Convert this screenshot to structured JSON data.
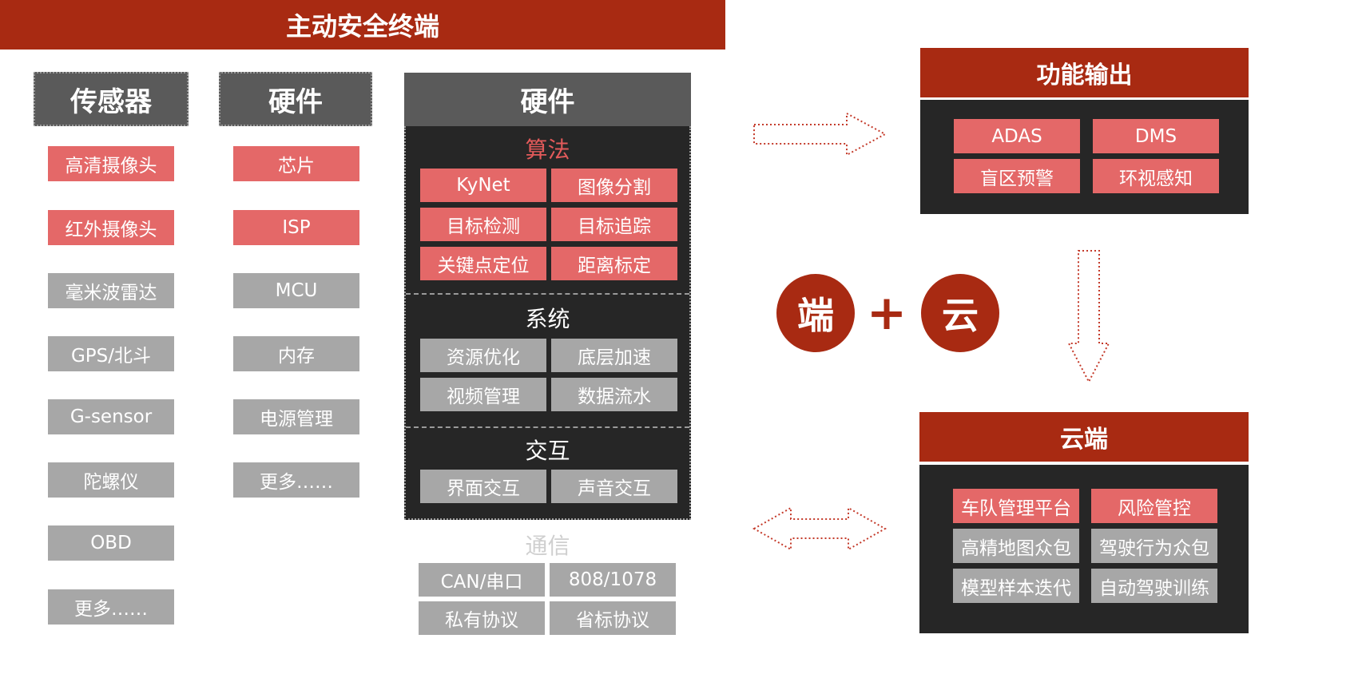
{
  "main_banner": "主动安全终端",
  "sensors": {
    "header": "传感器",
    "items": [
      {
        "label": "高清摄像头",
        "tone": "red"
      },
      {
        "label": "红外摄像头",
        "tone": "red"
      },
      {
        "label": "毫米波雷达",
        "tone": "gray"
      },
      {
        "label": "GPS/北斗",
        "tone": "gray"
      },
      {
        "label": "G-sensor",
        "tone": "gray"
      },
      {
        "label": "陀螺仪",
        "tone": "gray"
      },
      {
        "label": "OBD",
        "tone": "gray"
      },
      {
        "label": "更多……",
        "tone": "gray"
      }
    ]
  },
  "hardware": {
    "header": "硬件",
    "items": [
      {
        "label": "芯片",
        "tone": "red"
      },
      {
        "label": "ISP",
        "tone": "red"
      },
      {
        "label": "MCU",
        "tone": "gray"
      },
      {
        "label": "内存",
        "tone": "gray"
      },
      {
        "label": "电源管理",
        "tone": "gray"
      },
      {
        "label": "更多……",
        "tone": "gray"
      }
    ]
  },
  "software": {
    "header": "硬件",
    "algorithm": {
      "title": "算法",
      "items": [
        "KyNet",
        "图像分割",
        "目标检测",
        "目标追踪",
        "关键点定位",
        "距离标定"
      ]
    },
    "system": {
      "title": "系统",
      "items": [
        "资源优化",
        "底层加速",
        "视频管理",
        "数据流水"
      ]
    },
    "interaction": {
      "title": "交互",
      "items": [
        "界面交互",
        "声音交互"
      ]
    },
    "communication": {
      "title": "通信",
      "items": [
        "CAN/串口",
        "808/1078",
        "私有协议",
        "省标协议"
      ]
    }
  },
  "center": {
    "left": "端",
    "plus": "+",
    "right": "云"
  },
  "function_output": {
    "title": "功能输出",
    "items": [
      "ADAS",
      "DMS",
      "盲区预警",
      "环视感知"
    ]
  },
  "cloud": {
    "title": "云端",
    "items": [
      {
        "label": "车队管理平台",
        "tone": "red"
      },
      {
        "label": "风险管控",
        "tone": "red"
      },
      {
        "label": "高精地图众包",
        "tone": "gray"
      },
      {
        "label": "驾驶行为众包",
        "tone": "gray"
      },
      {
        "label": "模型样本迭代",
        "tone": "gray"
      },
      {
        "label": "自动驾驶训练",
        "tone": "gray"
      }
    ]
  },
  "colors": {
    "brand_red": "#a82a12",
    "tile_red": "#e46868",
    "tile_gray": "#a7a7a7",
    "panel_dark": "#262626"
  }
}
